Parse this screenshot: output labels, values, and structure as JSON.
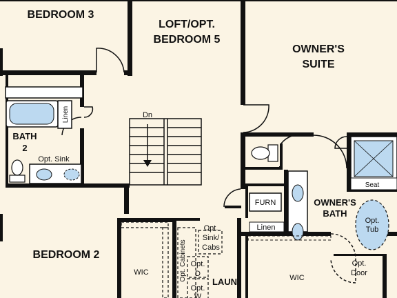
{
  "plan": {
    "rooms": {
      "bedroom3": "BEDROOM 3",
      "loft_line1": "LOFT/OPT.",
      "loft_line2": "BEDROOM 5",
      "owners_suite_line1": "OWNER'S",
      "owners_suite_line2": "SUITE",
      "bath2_line1": "BATH",
      "bath2_line2": "2",
      "bedroom2": "BEDROOM 2",
      "owners_bath_line1": "OWNER'S",
      "owners_bath_line2": "BATH",
      "laun": "LAUN",
      "wic_left": "WIC",
      "wic_right": "WIC"
    },
    "fixtures": {
      "linen_vertical": "Linen",
      "linen_horizontal": "Linen",
      "opt_sink": "Opt. Sink",
      "dn": "Dn",
      "furn": "FURN",
      "seat": "Seat",
      "opt_tub_line1": "Opt.",
      "opt_tub_line2": "Tub",
      "opt_sink_cabs_line1": "Opt.",
      "opt_sink_cabs_line2": "Sink/",
      "opt_sink_cabs_line3": "Cabs",
      "opt_cabinets": "Opt. Cabinets",
      "opt_d_line1": "Opt.",
      "opt_d_line2": "D",
      "opt_w_line1": "Opt.",
      "opt_w_line2": "W",
      "opt_door_line1": "Opt.",
      "opt_door_line2": "Door"
    },
    "colors": {
      "floor": "#fbf4e4",
      "wall": "#111111",
      "fixture": "#bcd9f0"
    }
  }
}
